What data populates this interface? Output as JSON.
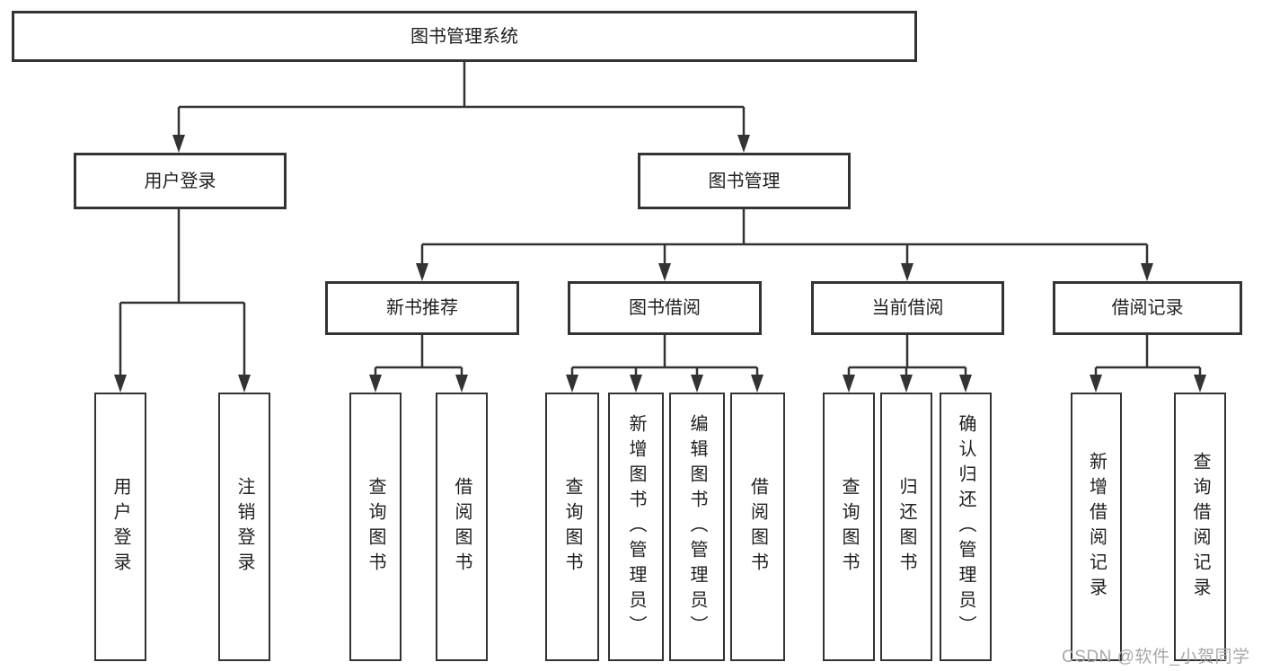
{
  "tree": {
    "root": {
      "label": "图书管理系统"
    },
    "branches": [
      {
        "label": "用户登录",
        "children": [
          {
            "label": "用户登录"
          },
          {
            "label": "注销登录"
          }
        ]
      },
      {
        "label": "图书管理",
        "children": [
          {
            "label": "新书推荐",
            "children": [
              {
                "label": "查询图书"
              },
              {
                "label": "借阅图书"
              }
            ]
          },
          {
            "label": "图书借阅",
            "children": [
              {
                "label": "查询图书"
              },
              {
                "label": "新增图书（管理员）"
              },
              {
                "label": "编辑图书（管理员）"
              },
              {
                "label": "借阅图书"
              }
            ]
          },
          {
            "label": "当前借阅",
            "children": [
              {
                "label": "查询图书"
              },
              {
                "label": "归还图书"
              },
              {
                "label": "确认归还（管理员）"
              }
            ]
          },
          {
            "label": "借阅记录",
            "children": [
              {
                "label": "新增借阅记录"
              },
              {
                "label": "查询借阅记录"
              }
            ]
          }
        ]
      }
    ]
  },
  "watermark": {
    "text": "CSDN @软件_小贺同学"
  },
  "colors": {
    "node_border": "#333333",
    "node_fill": "#ffffff",
    "text": "#1f1f1f",
    "connector": "#333333",
    "watermark": "#a8a8a8"
  }
}
